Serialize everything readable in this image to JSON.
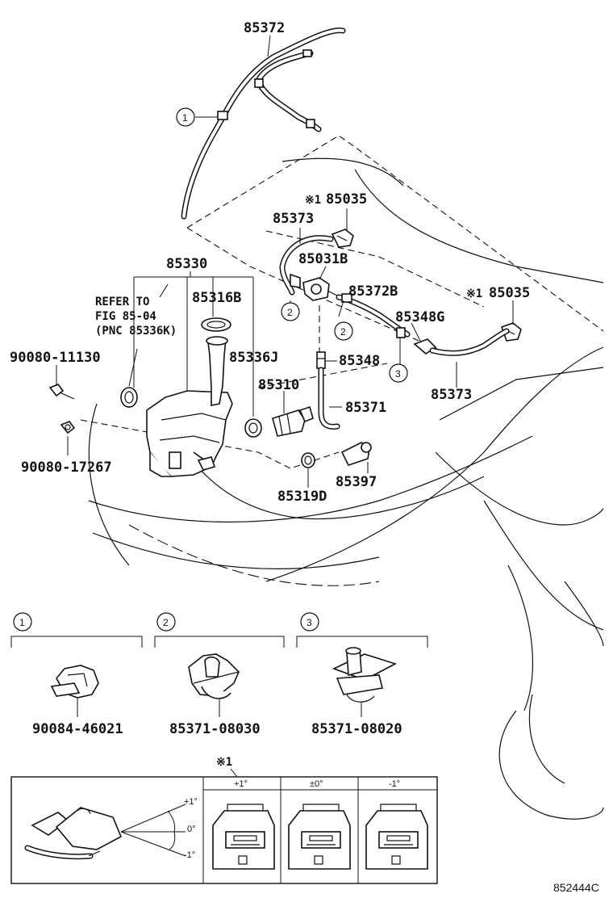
{
  "labels": {
    "p85372": "85372",
    "p85035a": "85035",
    "p85035b": "85035",
    "mark_a": "※1",
    "mark_b": "※1",
    "mark_inset": "※1",
    "p85373a": "85373",
    "p85373b": "85373",
    "p85330": "85330",
    "p85031b": "85031B",
    "p85372b": "85372B",
    "p85316b": "85316B",
    "p85348g": "85348G",
    "refer1": "REFER TO",
    "refer2": "FIG 85-04",
    "refer3": "(PNC 85336K)",
    "p85336j": "85336J",
    "p85348": "85348",
    "p90080_11130": "90080-11130",
    "p85310": "85310",
    "p85371": "85371",
    "p90080_17267": "90080-17267",
    "p85397": "85397",
    "p85319d": "85319D",
    "p90084_46021": "90084-46021",
    "p85371_08030": "85371-08030",
    "p85371_08020": "85371-08020",
    "diagram_code": "852444C"
  },
  "callouts": {
    "c1": "1",
    "c2": "2",
    "c3": "3"
  },
  "angles": {
    "head_plus": "+1°",
    "head_zero": "±0°",
    "head_minus": "-1°",
    "fan_plus": "+1°",
    "fan_zero": "0°",
    "fan_minus": "-1°"
  }
}
